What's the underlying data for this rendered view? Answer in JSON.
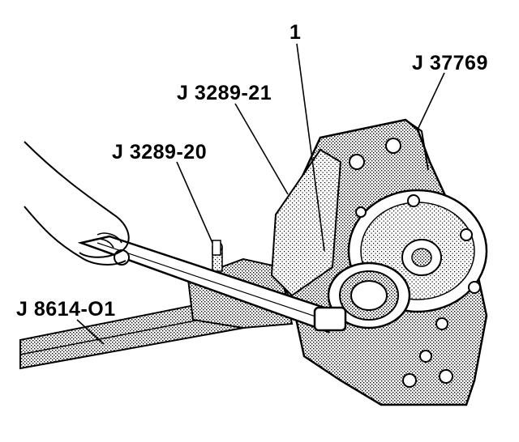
{
  "labels": {
    "part_1": "1",
    "j37769": "J 37769",
    "j3289_21": "J 3289-21",
    "j3289_20": "J 3289-20",
    "j8614_01": "J 8614-O1"
  },
  "colors": {
    "ink": "#000000",
    "paper": "#ffffff",
    "shade": "#9a9a9a"
  }
}
